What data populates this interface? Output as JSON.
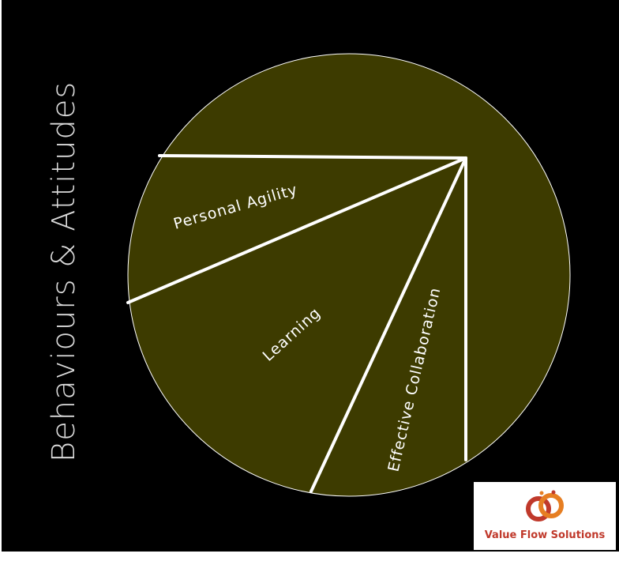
{
  "side_title": "Behaviours & Attitudes",
  "segments": [
    {
      "label": "Personal Agility"
    },
    {
      "label": "Learning"
    },
    {
      "label": "Effective Collaboration"
    }
  ],
  "colors": {
    "background": "#000000",
    "circle_fill": "#3d3b00",
    "lines": "#ffffff",
    "title": "#d9d9d9",
    "logo_text": "#c0392b",
    "logo_orange": "#e67e22",
    "logo_red": "#c0392b"
  },
  "logo": {
    "text": "Value Flow Solutions",
    "icon": "interlocking-rings-icon"
  }
}
